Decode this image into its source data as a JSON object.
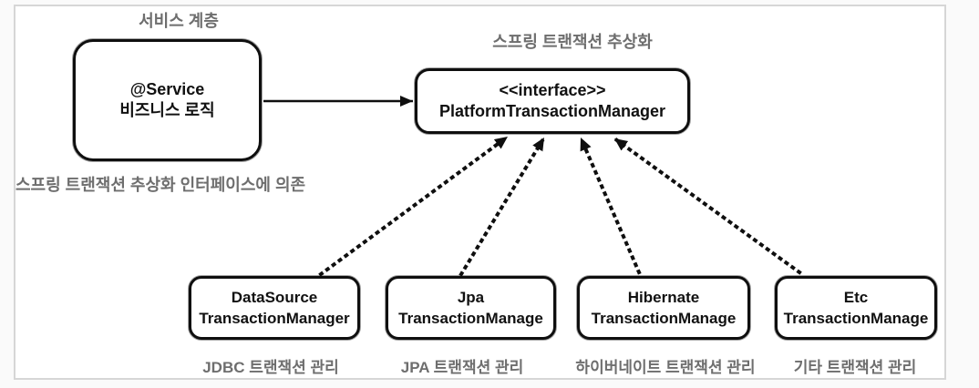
{
  "diagram": {
    "service_layer": {
      "title": "서비스 계층",
      "box": {
        "line1": "@Service",
        "line2": "비즈니스 로직"
      },
      "note": "스프링 트랜잭션 추상화 인터페이스에 의존"
    },
    "abstraction": {
      "title": "스프링 트랜잭션 추상화",
      "box": {
        "line1": "<<interface>>",
        "line2": "PlatformTransactionManager"
      }
    },
    "implementations": [
      {
        "line1": "DataSource",
        "line2": "TransactionManager",
        "caption": "JDBC 트랜잭션 관리"
      },
      {
        "line1": "Jpa",
        "line2": "TransactionManage",
        "caption": "JPA 트랜잭션 관리"
      },
      {
        "line1": "Hibernate",
        "line2": "TransactionManage",
        "caption": "하이버네이트 트랜잭션 관리"
      },
      {
        "line1": "Etc",
        "line2": "TransactionManage",
        "caption": "기타 트랜잭션 관리"
      }
    ],
    "colors": {
      "box_border": "#0f0f0f",
      "box_text": "#111111",
      "gray_text": "#6e6e6e",
      "frame_border": "#d6d6d6",
      "arrow": "#0f0f0f"
    }
  }
}
